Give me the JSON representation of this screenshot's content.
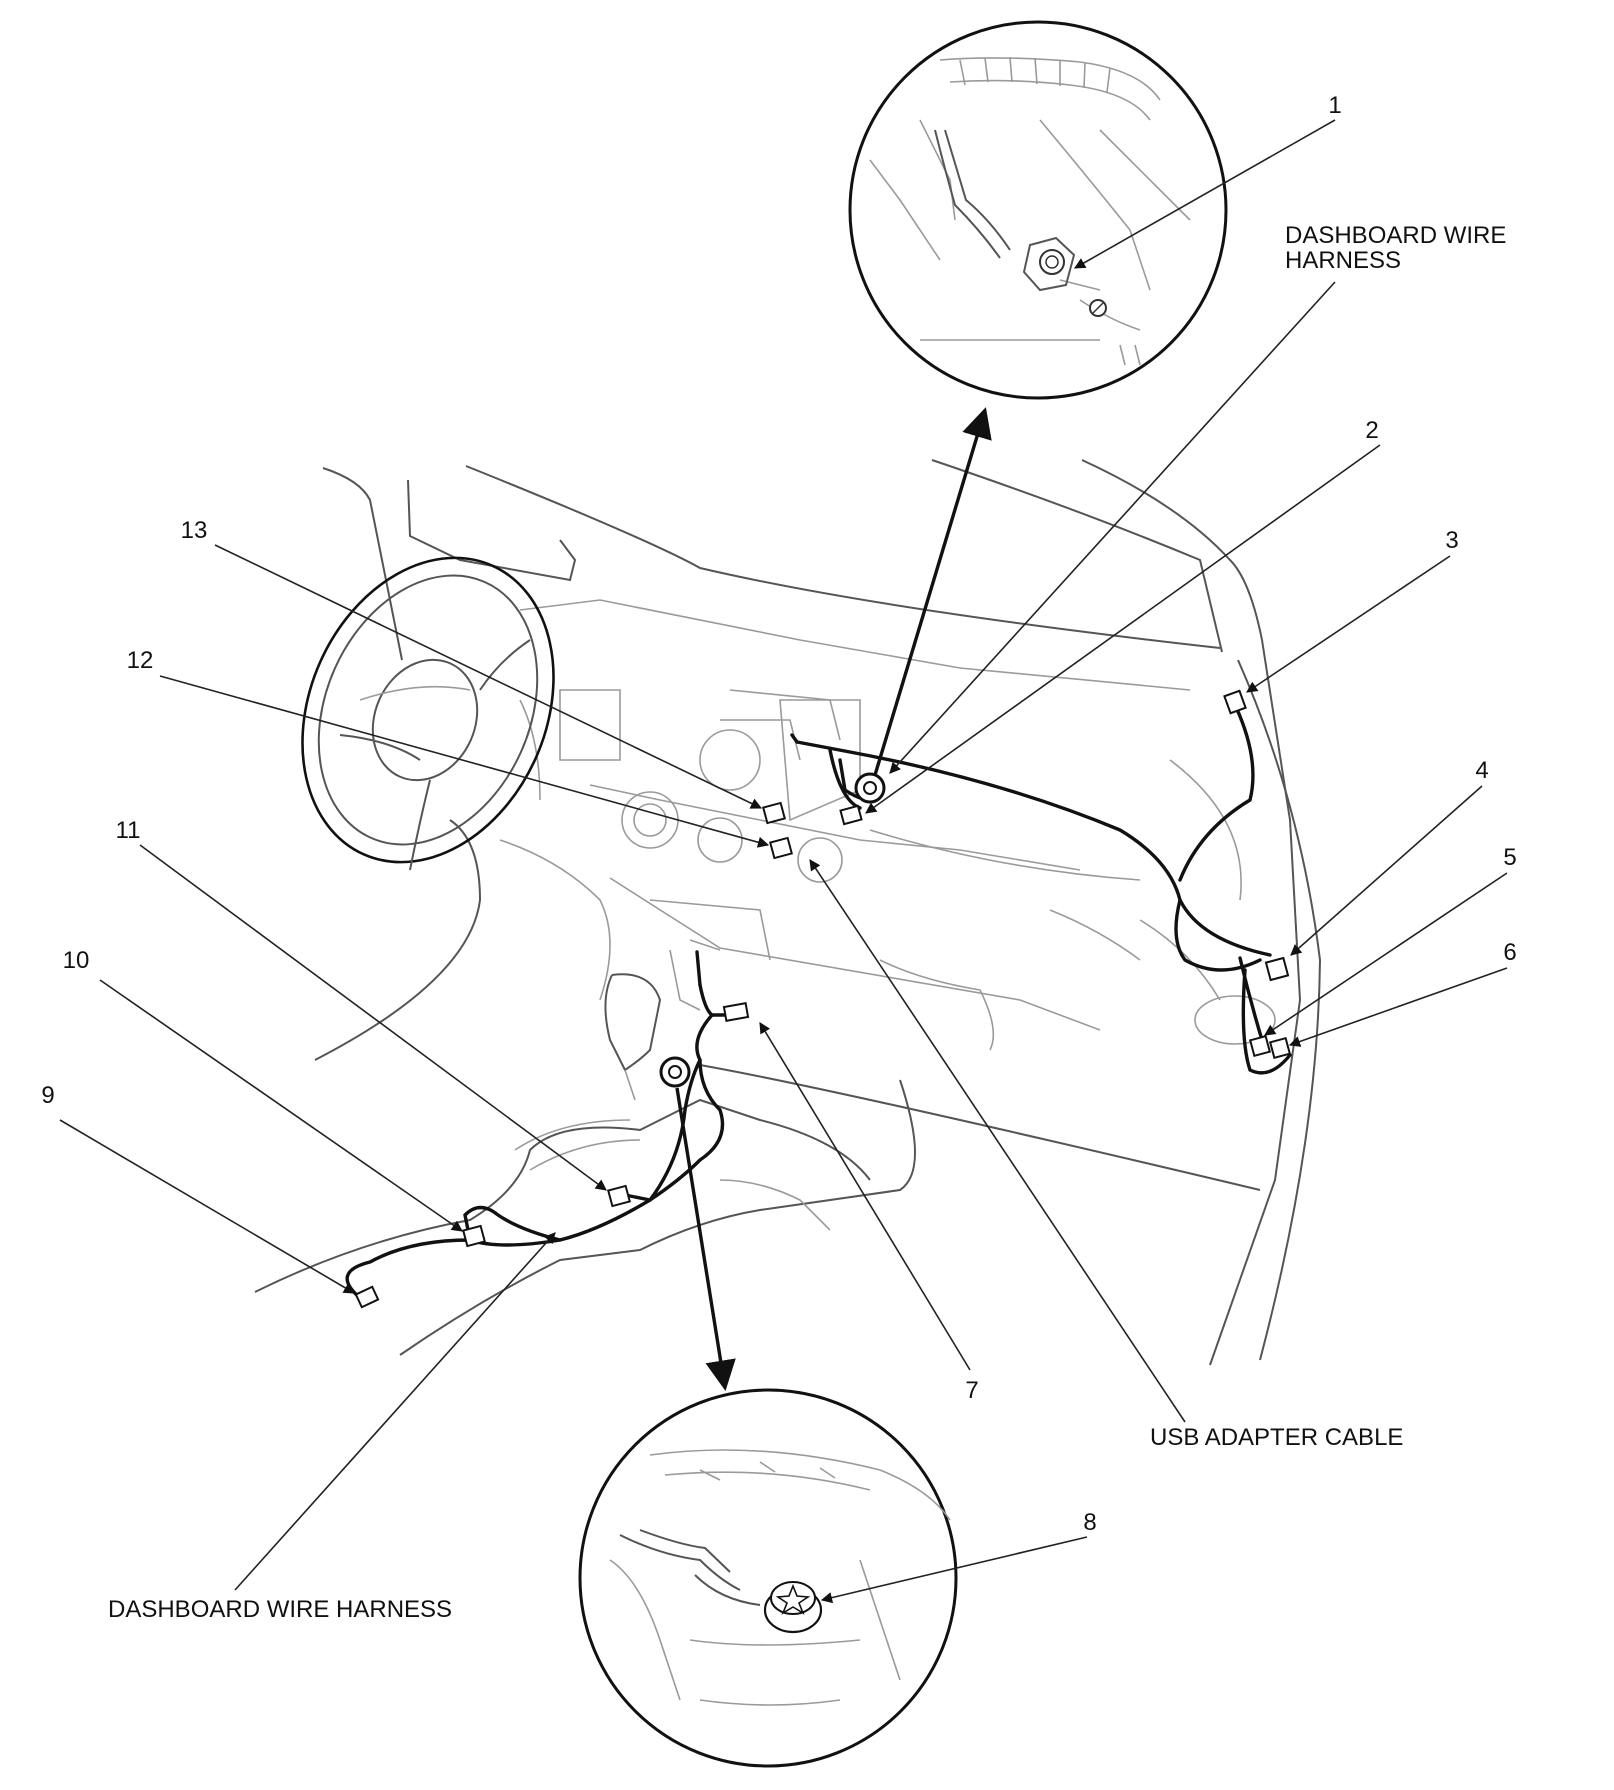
{
  "labels": {
    "dashboard_wire_harness_top_line1": "DASHBOARD WIRE",
    "dashboard_wire_harness_top_line2": "HARNESS",
    "dashboard_wire_harness_bottom": "DASHBOARD WIRE HARNESS",
    "usb_adapter_cable": "USB ADAPTER CABLE"
  },
  "callouts": [
    "1",
    "2",
    "3",
    "4",
    "5",
    "6",
    "7",
    "8",
    "9",
    "10",
    "11",
    "12",
    "13"
  ],
  "colors": {
    "line": "#111111",
    "light_line": "#9a9a9a",
    "background": "#ffffff"
  }
}
